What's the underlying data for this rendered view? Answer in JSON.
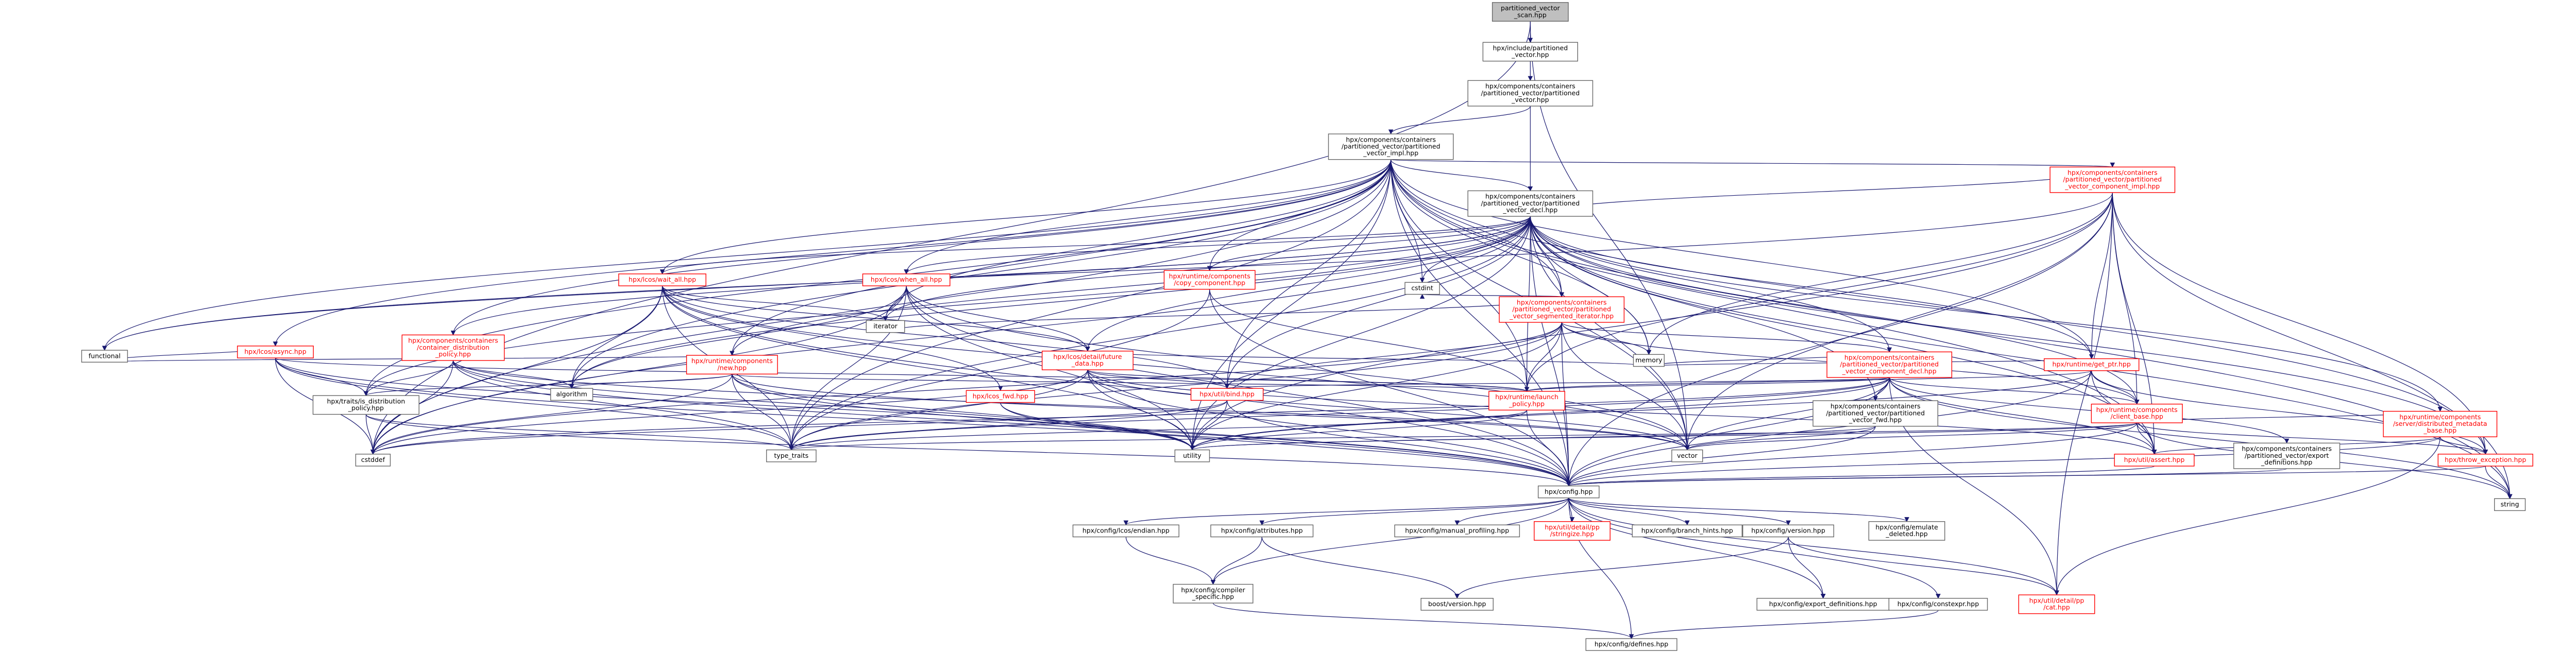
{
  "nodes": [
    {
      "id": "n0",
      "lines": [
        "partitioned_vector",
        "_scan.hpp"
      ],
      "kind": "current"
    },
    {
      "id": "n1",
      "lines": [
        "hpx/include/partitioned",
        "_vector.hpp"
      ],
      "kind": "normal"
    },
    {
      "id": "n2",
      "lines": [
        "hpx/components/containers",
        "/partitioned_vector/partitioned",
        "_vector.hpp"
      ],
      "kind": "normal"
    },
    {
      "id": "n3",
      "lines": [
        "hpx/components/containers",
        "/partitioned_vector/partitioned",
        "_vector_impl.hpp"
      ],
      "kind": "normal"
    },
    {
      "id": "n4",
      "lines": [
        "hpx/components/containers",
        "/partitioned_vector/partitioned",
        "_vector_component_impl.hpp"
      ],
      "kind": "missing"
    },
    {
      "id": "n5",
      "lines": [
        "hpx/components/containers",
        "/partitioned_vector/partitioned",
        "_vector_decl.hpp"
      ],
      "kind": "normal"
    },
    {
      "id": "n6",
      "lines": [
        "hpx/lcos/wait_all.hpp"
      ],
      "kind": "missing"
    },
    {
      "id": "n7",
      "lines": [
        "hpx/lcos/when_all.hpp"
      ],
      "kind": "missing"
    },
    {
      "id": "n8",
      "lines": [
        "hpx/runtime/components",
        "/copy_component.hpp"
      ],
      "kind": "missing"
    },
    {
      "id": "n9",
      "lines": [
        "hpx/components/containers",
        "/partitioned_vector/partitioned",
        "_vector_segmented_iterator.hpp"
      ],
      "kind": "missing"
    },
    {
      "id": "n10",
      "lines": [
        "hpx/components/containers",
        "/container_distribution",
        "_policy.hpp"
      ],
      "kind": "missing"
    },
    {
      "id": "n11",
      "lines": [
        "hpx/lcos/async.hpp"
      ],
      "kind": "missing"
    },
    {
      "id": "n12",
      "lines": [
        "hpx/runtime/components",
        "/new.hpp"
      ],
      "kind": "missing"
    },
    {
      "id": "n13",
      "lines": [
        "hpx/lcos/detail/future",
        "_data.hpp"
      ],
      "kind": "missing"
    },
    {
      "id": "n14",
      "lines": [
        "hpx/components/containers",
        "/partitioned_vector/partitioned",
        "_vector_component_decl.hpp"
      ],
      "kind": "missing"
    },
    {
      "id": "n15",
      "lines": [
        "hpx/runtime/get_ptr.hpp"
      ],
      "kind": "missing"
    },
    {
      "id": "n16",
      "lines": [
        "hpx/runtime/components",
        "/server/distributed_metadata",
        "_base.hpp"
      ],
      "kind": "missing"
    },
    {
      "id": "n17",
      "lines": [
        "hpx/traits/is_distribution",
        "_policy.hpp"
      ],
      "kind": "normal"
    },
    {
      "id": "n18",
      "lines": [
        "hpx/lcos_fwd.hpp"
      ],
      "kind": "missing"
    },
    {
      "id": "n19",
      "lines": [
        "hpx/util/bind.hpp"
      ],
      "kind": "missing"
    },
    {
      "id": "n20",
      "lines": [
        "hpx/runtime/launch",
        "_policy.hpp"
      ],
      "kind": "missing"
    },
    {
      "id": "n21",
      "lines": [
        "hpx/components/containers",
        "/partitioned_vector/partitioned",
        "_vector_fwd.hpp"
      ],
      "kind": "normal"
    },
    {
      "id": "n22",
      "lines": [
        "hpx/runtime/components",
        "/client_base.hpp"
      ],
      "kind": "missing"
    },
    {
      "id": "n23",
      "lines": [
        "hpx/util/assert.hpp"
      ],
      "kind": "missing"
    },
    {
      "id": "n24",
      "lines": [
        "hpx/components/containers",
        "/partitioned_vector/export",
        "_definitions.hpp"
      ],
      "kind": "normal"
    },
    {
      "id": "n25",
      "lines": [
        "hpx/throw_exception.hpp"
      ],
      "kind": "missing"
    },
    {
      "id": "n26",
      "lines": [
        "hpx/config.hpp"
      ],
      "kind": "normal"
    },
    {
      "id": "n27",
      "lines": [
        "hpx/config/lcos/endian.hpp"
      ],
      "kind": "normal"
    },
    {
      "id": "n28",
      "lines": [
        "hpx/config/attributes.hpp"
      ],
      "kind": "normal"
    },
    {
      "id": "n29",
      "lines": [
        "hpx/config/manual_profiling.hpp"
      ],
      "kind": "normal"
    },
    {
      "id": "n30",
      "lines": [
        "hpx/util/detail/pp",
        "/stringize.hpp"
      ],
      "kind": "missing"
    },
    {
      "id": "n31",
      "lines": [
        "hpx/config/branch_hints.hpp"
      ],
      "kind": "normal"
    },
    {
      "id": "n32",
      "lines": [
        "hpx/config/version.hpp"
      ],
      "kind": "normal"
    },
    {
      "id": "n33",
      "lines": [
        "hpx/config/emulate",
        "_deleted.hpp"
      ],
      "kind": "normal"
    },
    {
      "id": "n34",
      "lines": [
        "hpx/config/compiler",
        "_specific.hpp"
      ],
      "kind": "normal"
    },
    {
      "id": "n35",
      "lines": [
        "boost/version.hpp"
      ],
      "kind": "normal"
    },
    {
      "id": "n36",
      "lines": [
        "hpx/config/export_definitions.hpp"
      ],
      "kind": "normal"
    },
    {
      "id": "n37",
      "lines": [
        "hpx/config/constexpr.hpp"
      ],
      "kind": "normal"
    },
    {
      "id": "n38",
      "lines": [
        "hpx/util/detail/pp",
        "/cat.hpp"
      ],
      "kind": "missing"
    },
    {
      "id": "n39",
      "lines": [
        "hpx/config/defines.hpp"
      ],
      "kind": "normal"
    },
    {
      "id": "n40",
      "lines": [
        "functional"
      ],
      "kind": "normal"
    },
    {
      "id": "n41",
      "lines": [
        "cstddef"
      ],
      "kind": "normal"
    },
    {
      "id": "n42",
      "lines": [
        "type_traits"
      ],
      "kind": "normal"
    },
    {
      "id": "n43",
      "lines": [
        "utility"
      ],
      "kind": "normal"
    },
    {
      "id": "n44",
      "lines": [
        "algorithm"
      ],
      "kind": "normal"
    },
    {
      "id": "n45",
      "lines": [
        "iterator"
      ],
      "kind": "normal"
    },
    {
      "id": "n46",
      "lines": [
        "cstdint"
      ],
      "kind": "normal"
    },
    {
      "id": "n47",
      "lines": [
        "memory"
      ],
      "kind": "normal"
    },
    {
      "id": "n48",
      "lines": [
        "vector"
      ],
      "kind": "normal"
    },
    {
      "id": "n49",
      "lines": [
        "string"
      ],
      "kind": "normal"
    }
  ],
  "edges": [
    [
      "n0",
      "n1"
    ],
    [
      "n0",
      "n41"
    ],
    [
      "n0",
      "n48"
    ],
    [
      "n1",
      "n2"
    ],
    [
      "n2",
      "n3"
    ],
    [
      "n2",
      "n5"
    ],
    [
      "n3",
      "n4"
    ],
    [
      "n3",
      "n5"
    ],
    [
      "n3",
      "n6"
    ],
    [
      "n3",
      "n7"
    ],
    [
      "n3",
      "n8"
    ],
    [
      "n3",
      "n9"
    ],
    [
      "n3",
      "n10"
    ],
    [
      "n3",
      "n11"
    ],
    [
      "n3",
      "n12"
    ],
    [
      "n3",
      "n15"
    ],
    [
      "n3",
      "n17"
    ],
    [
      "n3",
      "n19"
    ],
    [
      "n3",
      "n20"
    ],
    [
      "n3",
      "n23"
    ],
    [
      "n3",
      "n25"
    ],
    [
      "n3",
      "n26"
    ],
    [
      "n3",
      "n40"
    ],
    [
      "n3",
      "n41"
    ],
    [
      "n3",
      "n42"
    ],
    [
      "n3",
      "n43"
    ],
    [
      "n3",
      "n44"
    ],
    [
      "n3",
      "n45"
    ],
    [
      "n3",
      "n46"
    ],
    [
      "n3",
      "n47"
    ],
    [
      "n3",
      "n48"
    ],
    [
      "n3",
      "n49"
    ],
    [
      "n4",
      "n5"
    ],
    [
      "n4",
      "n15"
    ],
    [
      "n4",
      "n22"
    ],
    [
      "n4",
      "n23"
    ],
    [
      "n4",
      "n25"
    ],
    [
      "n4",
      "n26"
    ],
    [
      "n4",
      "n38"
    ],
    [
      "n4",
      "n40"
    ],
    [
      "n4",
      "n43"
    ],
    [
      "n4",
      "n47"
    ],
    [
      "n4",
      "n48"
    ],
    [
      "n4",
      "n49"
    ],
    [
      "n4",
      "n20"
    ],
    [
      "n5",
      "n6"
    ],
    [
      "n5",
      "n7"
    ],
    [
      "n5",
      "n8"
    ],
    [
      "n5",
      "n9"
    ],
    [
      "n5",
      "n10"
    ],
    [
      "n5",
      "n12"
    ],
    [
      "n5",
      "n13"
    ],
    [
      "n5",
      "n14"
    ],
    [
      "n5",
      "n15"
    ],
    [
      "n5",
      "n16"
    ],
    [
      "n5",
      "n17"
    ],
    [
      "n5",
      "n19"
    ],
    [
      "n5",
      "n20"
    ],
    [
      "n5",
      "n21"
    ],
    [
      "n5",
      "n22"
    ],
    [
      "n5",
      "n23"
    ],
    [
      "n5",
      "n25"
    ],
    [
      "n5",
      "n26"
    ],
    [
      "n5",
      "n40"
    ],
    [
      "n5",
      "n41"
    ],
    [
      "n5",
      "n42"
    ],
    [
      "n5",
      "n43"
    ],
    [
      "n5",
      "n44"
    ],
    [
      "n5",
      "n45"
    ],
    [
      "n5",
      "n46"
    ],
    [
      "n5",
      "n47"
    ],
    [
      "n5",
      "n48"
    ],
    [
      "n5",
      "n49"
    ],
    [
      "n6",
      "n13"
    ],
    [
      "n6",
      "n18"
    ],
    [
      "n6",
      "n41"
    ],
    [
      "n6",
      "n42"
    ],
    [
      "n6",
      "n43"
    ],
    [
      "n6",
      "n44"
    ],
    [
      "n6",
      "n45"
    ],
    [
      "n6",
      "n48"
    ],
    [
      "n6",
      "n26"
    ],
    [
      "n6",
      "n19"
    ],
    [
      "n7",
      "n13"
    ],
    [
      "n7",
      "n41"
    ],
    [
      "n7",
      "n42"
    ],
    [
      "n7",
      "n43"
    ],
    [
      "n7",
      "n44"
    ],
    [
      "n7",
      "n45"
    ],
    [
      "n7",
      "n48"
    ],
    [
      "n7",
      "n26"
    ],
    [
      "n8",
      "n20"
    ],
    [
      "n8",
      "n26"
    ],
    [
      "n8",
      "n42"
    ],
    [
      "n9",
      "n14"
    ],
    [
      "n9",
      "n41"
    ],
    [
      "n9",
      "n42"
    ],
    [
      "n9",
      "n43"
    ],
    [
      "n9",
      "n45"
    ],
    [
      "n9",
      "n46"
    ],
    [
      "n9",
      "n47"
    ],
    [
      "n9",
      "n48"
    ],
    [
      "n9",
      "n26"
    ],
    [
      "n9",
      "n20"
    ],
    [
      "n9",
      "n19"
    ],
    [
      "n9",
      "n22"
    ],
    [
      "n10",
      "n17"
    ],
    [
      "n10",
      "n41"
    ],
    [
      "n10",
      "n42"
    ],
    [
      "n10",
      "n44"
    ],
    [
      "n10",
      "n43"
    ],
    [
      "n10",
      "n48"
    ],
    [
      "n10",
      "n26"
    ],
    [
      "n11",
      "n17"
    ],
    [
      "n11",
      "n20"
    ],
    [
      "n11",
      "n26"
    ],
    [
      "n11",
      "n40"
    ],
    [
      "n11",
      "n42"
    ],
    [
      "n11",
      "n43"
    ],
    [
      "n11",
      "n41"
    ],
    [
      "n12",
      "n17"
    ],
    [
      "n12",
      "n20"
    ],
    [
      "n12",
      "n26"
    ],
    [
      "n12",
      "n41"
    ],
    [
      "n12",
      "n42"
    ],
    [
      "n12",
      "n43"
    ],
    [
      "n12",
      "n44"
    ],
    [
      "n12",
      "n48"
    ],
    [
      "n12",
      "n40"
    ],
    [
      "n13",
      "n19"
    ],
    [
      "n13",
      "n20"
    ],
    [
      "n13",
      "n26"
    ],
    [
      "n13",
      "n41"
    ],
    [
      "n13",
      "n42"
    ],
    [
      "n13",
      "n43"
    ],
    [
      "n13",
      "n47"
    ],
    [
      "n13",
      "n48"
    ],
    [
      "n13",
      "n23"
    ],
    [
      "n14",
      "n20"
    ],
    [
      "n14",
      "n21"
    ],
    [
      "n14",
      "n22"
    ],
    [
      "n14",
      "n23"
    ],
    [
      "n14",
      "n24"
    ],
    [
      "n14",
      "n26"
    ],
    [
      "n14",
      "n38"
    ],
    [
      "n14",
      "n43"
    ],
    [
      "n14",
      "n47"
    ],
    [
      "n14",
      "n48"
    ],
    [
      "n14",
      "n49"
    ],
    [
      "n14",
      "n41"
    ],
    [
      "n14",
      "n42"
    ],
    [
      "n14",
      "n19"
    ],
    [
      "n15",
      "n20"
    ],
    [
      "n15",
      "n22"
    ],
    [
      "n15",
      "n23"
    ],
    [
      "n15",
      "n25"
    ],
    [
      "n15",
      "n26"
    ],
    [
      "n15",
      "n47"
    ],
    [
      "n15",
      "n43"
    ],
    [
      "n16",
      "n22"
    ],
    [
      "n16",
      "n23"
    ],
    [
      "n16",
      "n25"
    ],
    [
      "n16",
      "n38"
    ],
    [
      "n16",
      "n26"
    ],
    [
      "n17",
      "n41"
    ],
    [
      "n17",
      "n42"
    ],
    [
      "n17",
      "n26"
    ],
    [
      "n18",
      "n26"
    ],
    [
      "n18",
      "n43"
    ],
    [
      "n19",
      "n26"
    ],
    [
      "n19",
      "n42"
    ],
    [
      "n19",
      "n43"
    ],
    [
      "n19",
      "n41"
    ],
    [
      "n20",
      "n26"
    ],
    [
      "n20",
      "n42"
    ],
    [
      "n20",
      "n43"
    ],
    [
      "n21",
      "n26"
    ],
    [
      "n21",
      "n48"
    ],
    [
      "n21",
      "n43"
    ],
    [
      "n22",
      "n23"
    ],
    [
      "n22",
      "n25"
    ],
    [
      "n22",
      "n26"
    ],
    [
      "n22",
      "n42"
    ],
    [
      "n22",
      "n43"
    ],
    [
      "n22",
      "n48"
    ],
    [
      "n22",
      "n49"
    ],
    [
      "n23",
      "n26"
    ],
    [
      "n24",
      "n26"
    ],
    [
      "n25",
      "n26"
    ],
    [
      "n25",
      "n49"
    ],
    [
      "n26",
      "n27"
    ],
    [
      "n26",
      "n28"
    ],
    [
      "n26",
      "n29"
    ],
    [
      "n26",
      "n30"
    ],
    [
      "n26",
      "n31"
    ],
    [
      "n26",
      "n32"
    ],
    [
      "n26",
      "n33"
    ],
    [
      "n26",
      "n34"
    ],
    [
      "n26",
      "n36"
    ],
    [
      "n26",
      "n37"
    ],
    [
      "n26",
      "n38"
    ],
    [
      "n26",
      "n39"
    ],
    [
      "n27",
      "n34"
    ],
    [
      "n28",
      "n34"
    ],
    [
      "n28",
      "n35"
    ],
    [
      "n32",
      "n35"
    ],
    [
      "n32",
      "n36"
    ],
    [
      "n32",
      "n38"
    ],
    [
      "n34",
      "n39"
    ],
    [
      "n37",
      "n39"
    ]
  ]
}
